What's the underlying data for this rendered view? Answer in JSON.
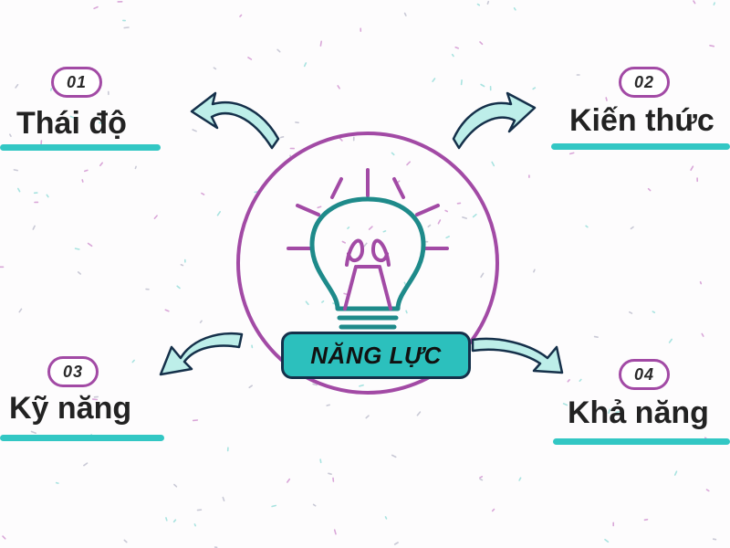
{
  "center": {
    "title": "NĂNG LỰC"
  },
  "items": [
    {
      "number": "01",
      "label": "Thái độ"
    },
    {
      "number": "02",
      "label": "Kiến thức"
    },
    {
      "number": "03",
      "label": "Kỹ năng"
    },
    {
      "number": "04",
      "label": "Khả năng"
    }
  ],
  "colors": {
    "accent_teal": "#33c7c4",
    "accent_purple": "#a24aa5",
    "arrow_fill": "#bdeee9",
    "outline_dark": "#15304a"
  },
  "icons": [
    "lightbulb-icon",
    "arrow-icon"
  ]
}
